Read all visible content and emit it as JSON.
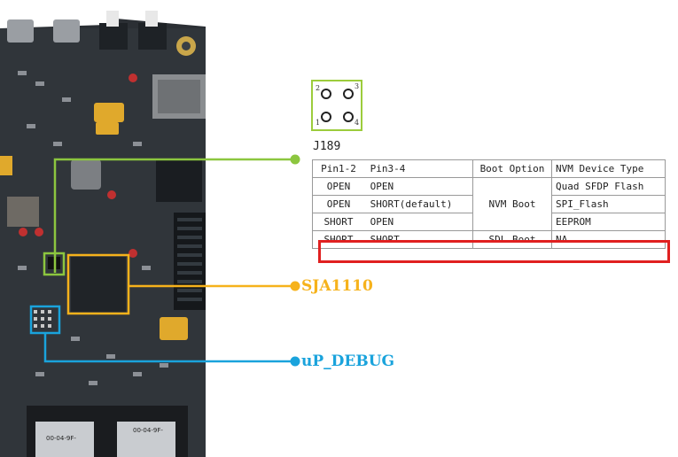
{
  "colors": {
    "j189": "#8cc63f",
    "sja1110": "#f6b21b",
    "debug": "#1aa3dc",
    "highlight": "#e02020"
  },
  "jumper": {
    "label": "J189",
    "pins": [
      "1",
      "2",
      "3",
      "4"
    ]
  },
  "boot_table": {
    "headers": [
      "Pin1-2",
      "Pin3-4",
      "Boot Option",
      "NVM Device Type"
    ],
    "rows": [
      {
        "pin12": "OPEN",
        "pin34": "OPEN",
        "device": "Quad SFDP Flash"
      },
      {
        "pin12": "OPEN",
        "pin34": "SHORT(default)",
        "device": "SPI_Flash"
      },
      {
        "pin12": "SHORT",
        "pin34": "OPEN",
        "device": "EEPROM"
      },
      {
        "pin12": "SHORT",
        "pin34": "SHORT",
        "boot": "SDL Boot",
        "device": "NA"
      }
    ],
    "nvm_boot": "NVM Boot"
  },
  "callouts": {
    "sja1110": "SJA1110",
    "debug": "uP_DEBUG"
  },
  "board_labels": {
    "mac1": "00-04-9F-",
    "mac2": "00-04-9F-"
  }
}
